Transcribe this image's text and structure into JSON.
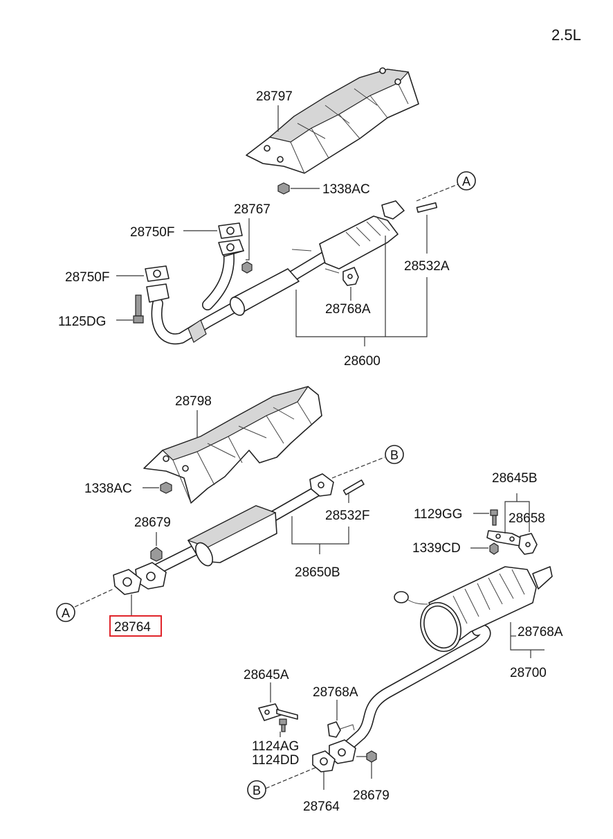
{
  "engine_label": "2.5L",
  "labels": {
    "heat_shield_upper": "28797",
    "nut_upper": "1338AC",
    "ref_a_top": "A",
    "gasket_28767": "28767",
    "gasket_28750f_upper": "28750F",
    "gasket_28750f_lower": "28750F",
    "stud_28532a": "28532A",
    "bolt_1125dg": "1125DG",
    "hanger_28768a_upper": "28768A",
    "front_pipe_assy": "28600",
    "heat_shield_lower": "28798",
    "nut_lower": "1338AC",
    "ref_b_top": "B",
    "nut_28679_upper": "28679",
    "stud_28532f": "28532F",
    "center_pipe_assy": "28650B",
    "ref_a_mid": "A",
    "gasket_28764_selected": "28764",
    "bracket_28645b": "28645B",
    "bolt_1129gg": "1129GG",
    "hanger_28658": "28658",
    "nut_1339cd": "1339CD",
    "hanger_28768a_right": "28768A",
    "muffler_assy": "28700",
    "bracket_28645a": "28645A",
    "hanger_28768a_lower": "28768A",
    "bolt_1124ag": "1124AG",
    "bolt_1124dd": "1124DD",
    "ref_b_bottom": "B",
    "gasket_28764_lower": "28764",
    "nut_28679_lower": "28679"
  },
  "highlight_color": "#e0242a"
}
